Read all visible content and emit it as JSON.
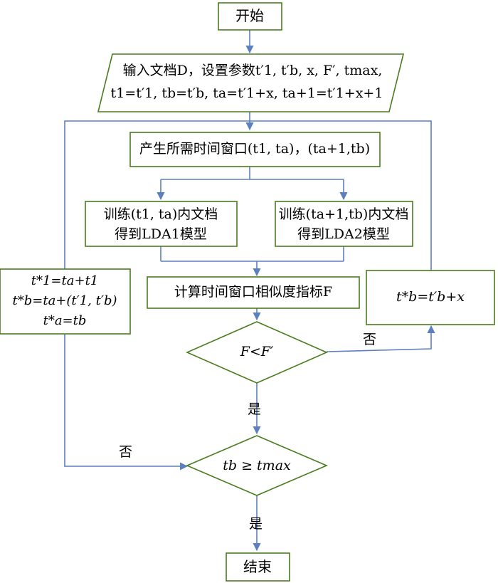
{
  "nodes": {
    "start": "开始",
    "input_line1": "输入文档D，设置参数t′1, t′b, x, F′, tmax,",
    "input_line2": "t1=t′1, tb=t′b, ta=t′1+x, ta+1=t′1+x+1",
    "window": "产生所需时间窗口(t1, ta)，(ta+1,tb)",
    "train1_line1": "训练(t1, ta)内文档",
    "train1_line2": "得到LDA1模型",
    "train2_line1": "训练(ta+1,tb)内文档",
    "train2_line2": "得到LDA2模型",
    "similarity": "计算时间窗口相似度指标F",
    "update_left_line1": "t*1=ta+t1",
    "update_left_line2": "t*b=ta+(t′1, t′b)",
    "update_left_line3": "t*a=tb",
    "update_right": "t*b=t′b+x",
    "decision1": "F<F′",
    "decision2": "tb ≥ tmax",
    "end": "结束"
  },
  "edges": {
    "d1_no": "否",
    "d1_yes": "是",
    "d2_no": "否",
    "d2_yes": "是"
  },
  "colors": {
    "node_border": "#4a7c1e",
    "arrow": "#5b7fbf",
    "text": "#000000"
  }
}
